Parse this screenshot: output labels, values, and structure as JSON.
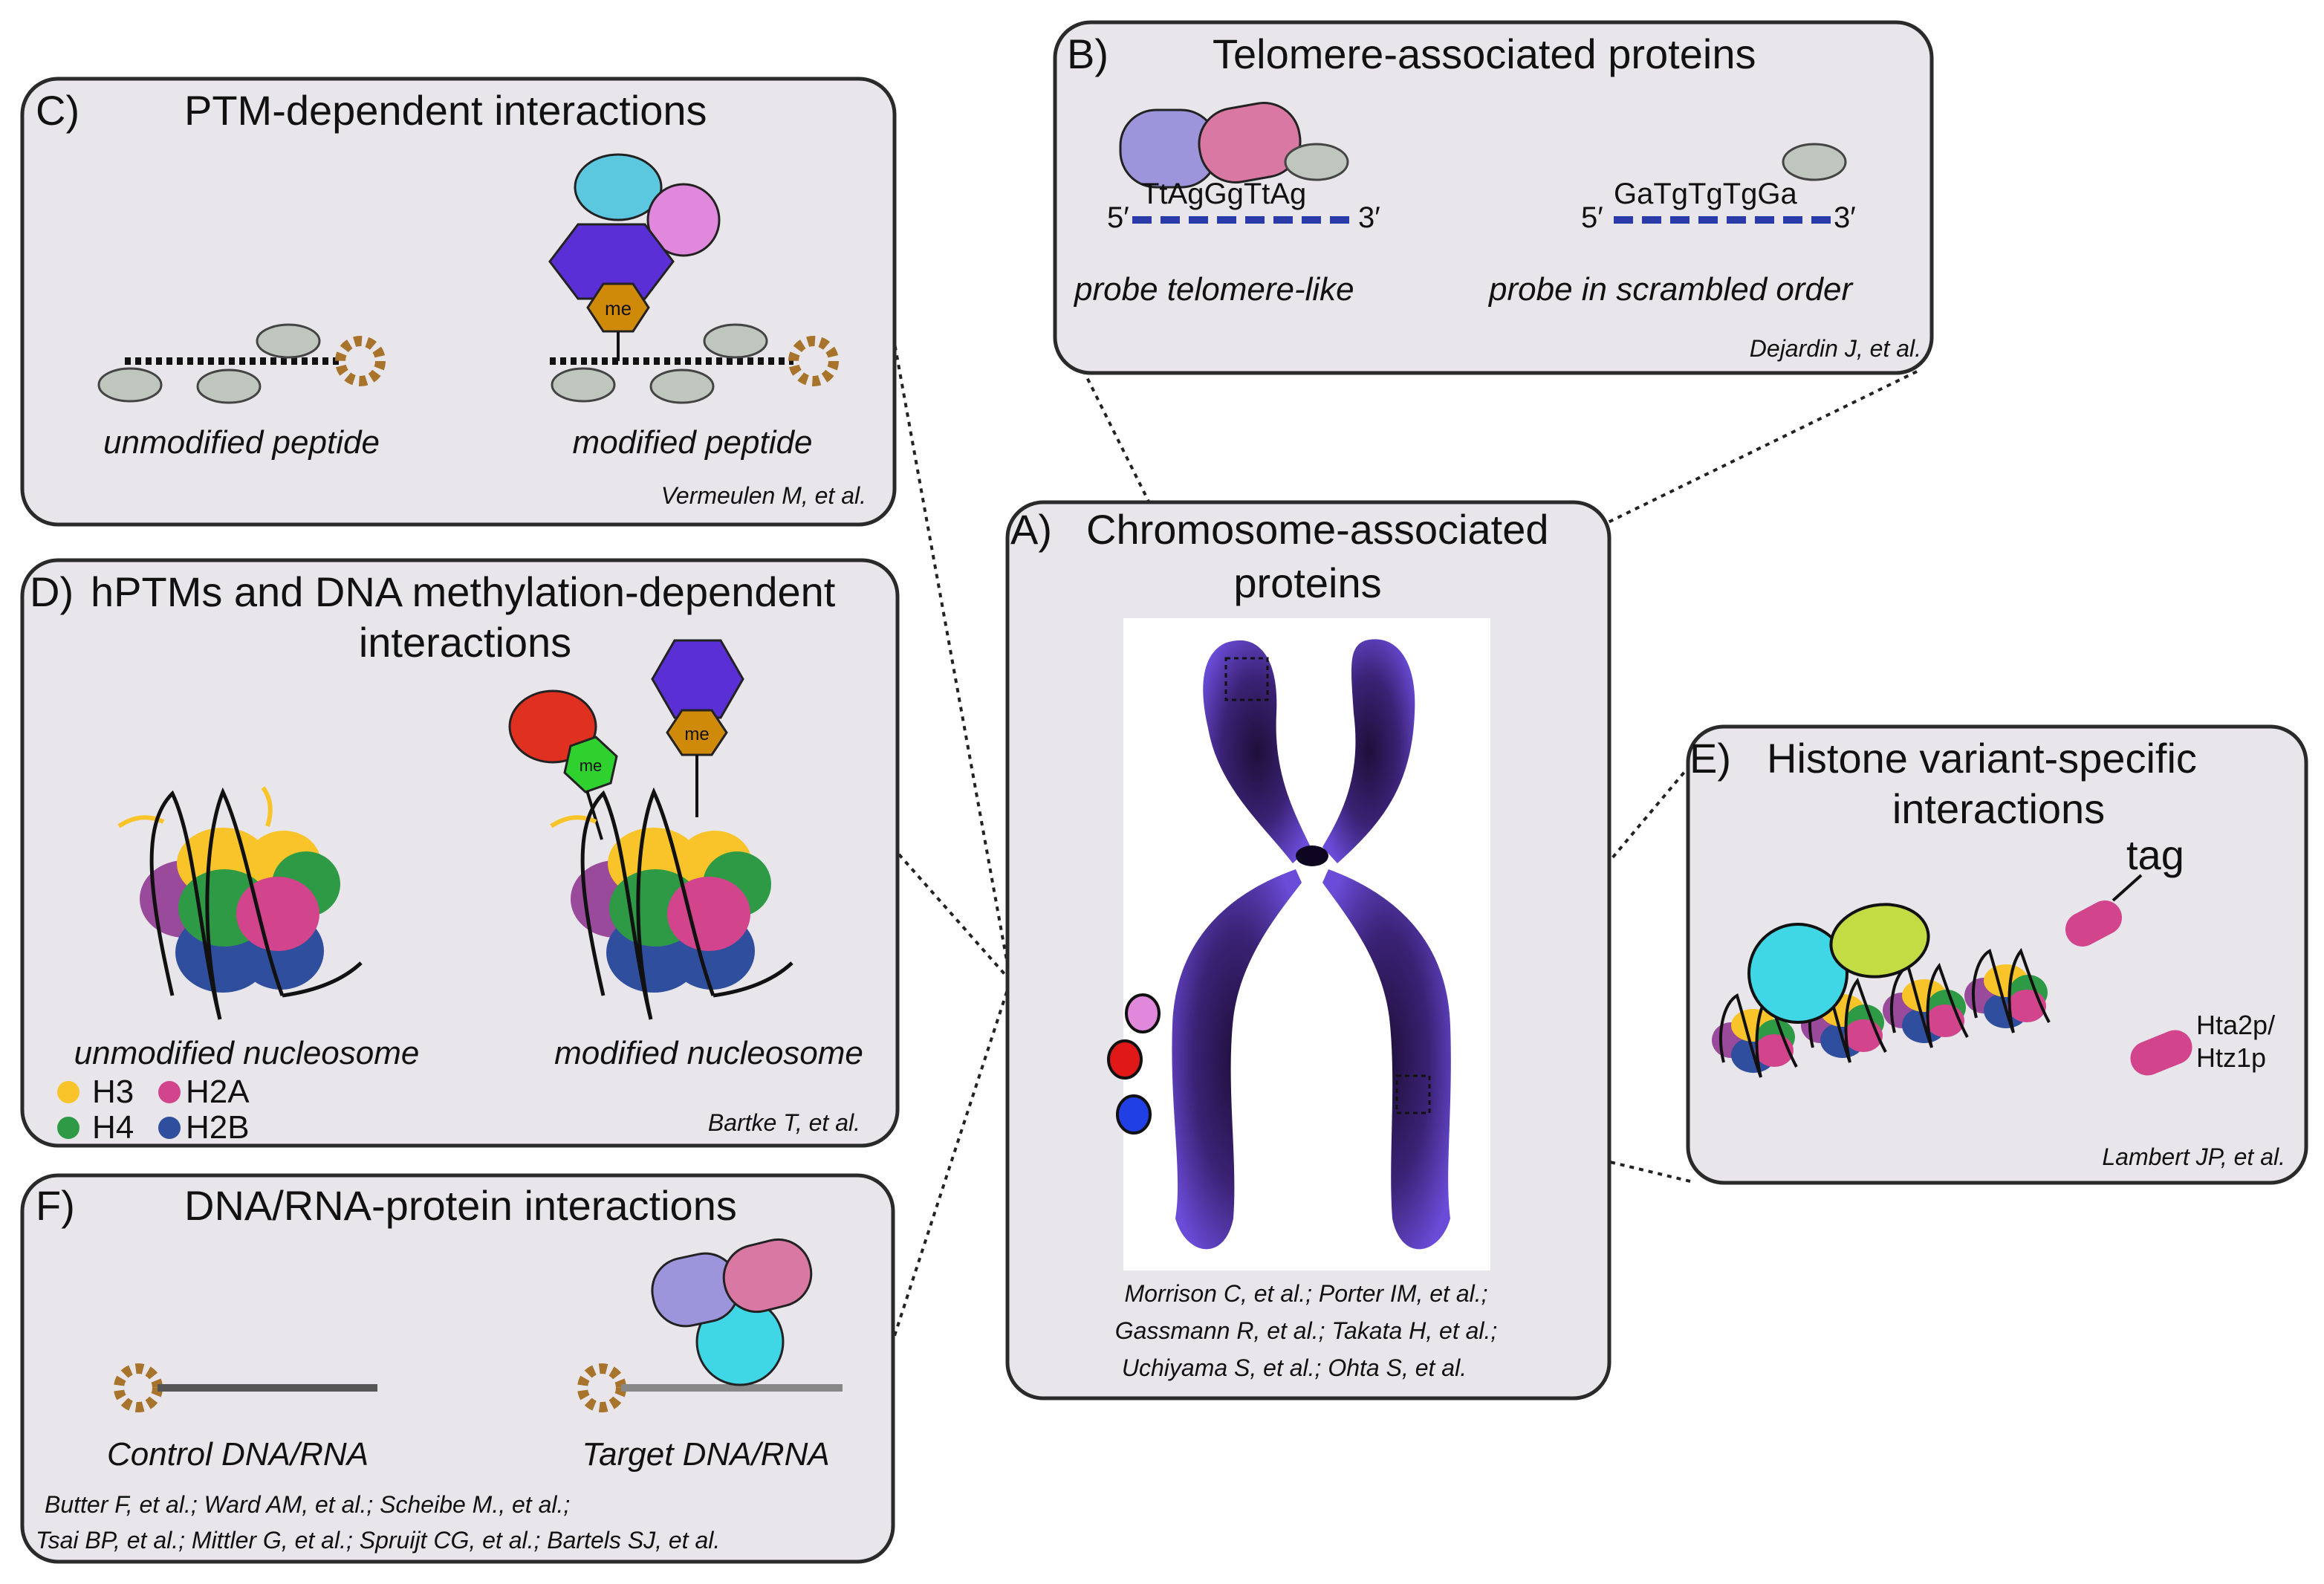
{
  "panels": {
    "a": {
      "letter": "A)",
      "title_line1": "Chromosome-associated",
      "title_line2": "proteins",
      "citations": [
        "Morrison C, et al.;  Porter IM, et al.;",
        "Gassmann R, et al.; Takata H, et al.;",
        "Uchiyama S, et al.; Ohta S, et al."
      ]
    },
    "b": {
      "letter": "B)",
      "title": "Telomere-associated proteins",
      "seq_left": "TtAgGgTtAg",
      "seq_right": "GaTgTgTgGa",
      "five_prime": "5′",
      "three_prime": "3′",
      "label_left": "probe telomere-like",
      "label_right": "probe in scrambled order",
      "citation": "Dejardin J, et al."
    },
    "c": {
      "letter": "C)",
      "title": "PTM-dependent interactions",
      "label_left": "unmodified peptide",
      "label_right": "modified peptide",
      "me": "me",
      "citation": "Vermeulen M, et al."
    },
    "d": {
      "letter": "D)",
      "title_line1": "hPTMs and DNA methylation-dependent",
      "title_line2": "interactions",
      "label_left": "unmodified nucleosome",
      "label_right": "modified nucleosome",
      "me": "me",
      "legend": {
        "h3": "H3",
        "h4": "H4",
        "h2a": "H2A",
        "h2b": "H2B"
      },
      "citation": "Bartke T, et al."
    },
    "e": {
      "letter": "E)",
      "title_line1": "Histone variant-specific",
      "title_line2": "interactions",
      "tag": "tag",
      "variant_line1": "Hta2p/",
      "variant_line2": "Htz1p",
      "citation": "Lambert JP, et al."
    },
    "f": {
      "letter": "F)",
      "title": "DNA/RNA-protein interactions",
      "label_left": "Control DNA/RNA",
      "label_right": "Target DNA/RNA",
      "citations": [
        "Butter F, et al.;  Ward AM, et al.;  Scheibe M.,  et al.;",
        "Tsai BP, et al.; Mittler G, et al.; Spruijt CG, et al.;  Bartels SJ, et al."
      ]
    }
  },
  "colors": {
    "panel_bg": "#e8e6ea",
    "h3": "#f8c42a",
    "h4": "#2e9a45",
    "h2a": "#d2448b",
    "h2b": "#2f4f9e",
    "h2a_side": "#9a4a9a",
    "lavender": "#9c95dc",
    "pink": "#d978a3",
    "grey_protein": "#bfc6be",
    "cyan": "#3fd6e6",
    "light_blue": "#5cc8e0",
    "orchid": "#e089dc",
    "indigo": "#5a2fd6",
    "orange_me": "#d08a0a",
    "green_me": "#2ed12e",
    "red": "#e03020",
    "lime": "#c4dc44",
    "bead": "#a8732a",
    "dna_blue": "#2a3aa8",
    "chromosome": "#4a2a88"
  }
}
